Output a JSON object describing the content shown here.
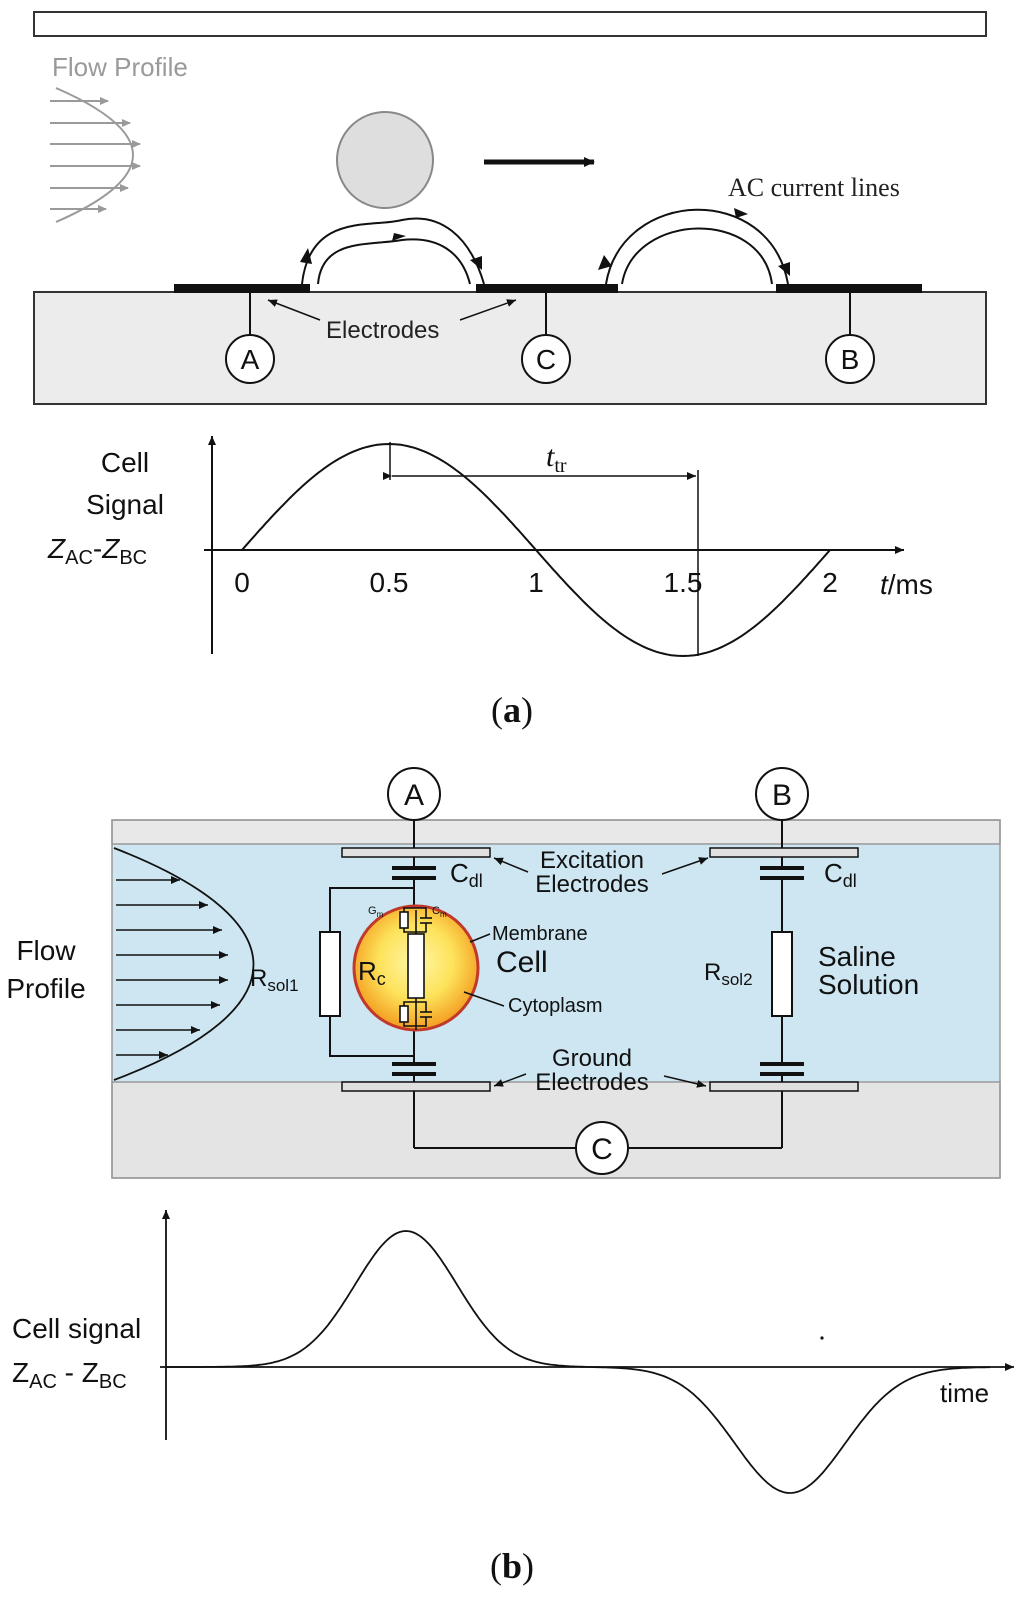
{
  "panel_a": {
    "flow_profile_label": "Flow Profile",
    "ac_current_label": "AC current lines",
    "electrodes_label": "Electrodes",
    "electrode_a": "A",
    "electrode_b": "B",
    "electrode_c": "C",
    "signal_label_line1": "Cell",
    "signal_label_line2": "Signal",
    "signal_label_z1": "Z",
    "signal_label_sub1": "AC",
    "signal_label_dash": "-",
    "signal_label_z2": "Z",
    "signal_label_sub2": "BC",
    "t_tr_t": "t",
    "t_tr_sub": "tr",
    "ticks": [
      "0",
      "0.5",
      "1",
      "1.5",
      "2"
    ],
    "x_axis_label_t": "t",
    "x_axis_label_unit": "/ms",
    "caption_open": "(",
    "caption_letter": "a",
    "caption_close": ")"
  },
  "panel_b": {
    "terminal_a": "A",
    "terminal_b": "B",
    "terminal_c": "C",
    "excitation_line1": "Excitation",
    "excitation_line2": "Electrodes",
    "ground_line1": "Ground",
    "ground_line2": "Electrodes",
    "cdl_left": "C",
    "cdl_left_sub": "dl",
    "cdl_right": "C",
    "cdl_right_sub": "dl",
    "gm_label": "G",
    "gm_sub": "m",
    "cm_label": "C",
    "cm_sub": "m",
    "membrane_label": "Membrane",
    "cell_label": "Cell",
    "cytoplasm_label": "Cytoplasm",
    "rc_label": "R",
    "rc_sub": "c",
    "rsol1_label": "R",
    "rsol1_sub": "sol1",
    "rsol2_label": "R",
    "rsol2_sub": "sol2",
    "saline_line1": "Saline",
    "saline_line2": "Solution",
    "flow_line1": "Flow",
    "flow_line2": "Profile",
    "signal_line1": "Cell signal",
    "signal_z1": "Z",
    "signal_sub1": "AC",
    "signal_dash": " - ",
    "signal_z2": "Z",
    "signal_sub2": "BC",
    "time_label": "time",
    "caption_open": "(",
    "caption_letter": "b",
    "caption_close": ")"
  },
  "colors": {
    "channel_fill": "#cde6f1",
    "wall_fill": "#e6e6e6",
    "cell_outer": "#f6a520",
    "cell_inner": "#fdf07a",
    "cell_border": "#c0392b",
    "line": "#111111",
    "flow_gray": "#9a9a9a"
  }
}
